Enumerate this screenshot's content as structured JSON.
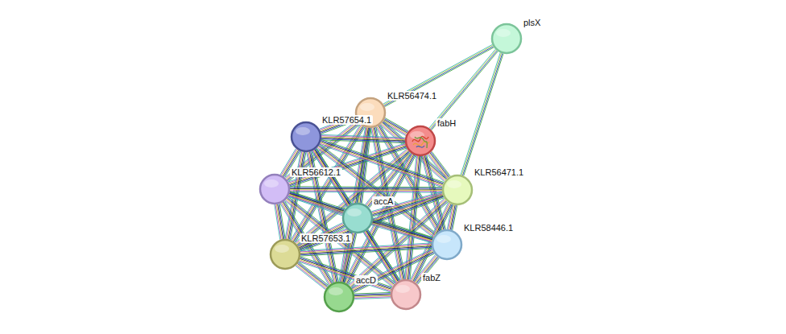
{
  "diagram": {
    "nodes": [
      {
        "text": [
          "plsX"
        ]
      },
      {
        "text": [
          "KLR56474.1"
        ]
      },
      {
        "text": [
          "fabH"
        ]
      },
      {
        "text": [
          "KLR57654.1"
        ]
      },
      {
        "text": [
          "KLR56612.1"
        ]
      },
      {
        "text": [
          "KLR56471.1"
        ]
      },
      {
        "text": [
          "accA"
        ]
      },
      {
        "text": [
          "KLR58446.1"
        ]
      },
      {
        "text": [
          "KLR57653.1"
        ]
      },
      {
        "text": [
          "accD"
        ]
      },
      {
        "text": [
          "fabZ"
        ]
      }
    ],
    "edges": [
      {
        "from": 0,
        "to": 1,
        "arrow": "none"
      },
      {
        "from": 0,
        "to": 2,
        "arrow": "none"
      },
      {
        "from": 0,
        "to": 5,
        "arrow": "none"
      },
      {
        "from": 1,
        "to": 2,
        "arrow": "none"
      },
      {
        "from": 1,
        "to": 3,
        "arrow": "none"
      },
      {
        "from": 1,
        "to": 4,
        "arrow": "none"
      },
      {
        "from": 1,
        "to": 5,
        "arrow": "none"
      },
      {
        "from": 1,
        "to": 6,
        "arrow": "none"
      },
      {
        "from": 1,
        "to": 7,
        "arrow": "none"
      },
      {
        "from": 1,
        "to": 8,
        "arrow": "none"
      },
      {
        "from": 1,
        "to": 9,
        "arrow": "none"
      },
      {
        "from": 1,
        "to": 10,
        "arrow": "none"
      },
      {
        "from": 2,
        "to": 3,
        "arrow": "none"
      },
      {
        "from": 2,
        "to": 4,
        "arrow": "none"
      },
      {
        "from": 2,
        "to": 5,
        "arrow": "none"
      },
      {
        "from": 2,
        "to": 6,
        "arrow": "none"
      },
      {
        "from": 2,
        "to": 7,
        "arrow": "none"
      },
      {
        "from": 2,
        "to": 8,
        "arrow": "none"
      },
      {
        "from": 2,
        "to": 9,
        "arrow": "none"
      },
      {
        "from": 2,
        "to": 10,
        "arrow": "none"
      },
      {
        "from": 3,
        "to": 4,
        "arrow": "none"
      },
      {
        "from": 3,
        "to": 5,
        "arrow": "none"
      },
      {
        "from": 3,
        "to": 6,
        "arrow": "none"
      },
      {
        "from": 3,
        "to": 7,
        "arrow": "none"
      },
      {
        "from": 3,
        "to": 8,
        "arrow": "none"
      },
      {
        "from": 3,
        "to": 9,
        "arrow": "none"
      },
      {
        "from": 3,
        "to": 10,
        "arrow": "none"
      },
      {
        "from": 4,
        "to": 5,
        "arrow": "none"
      },
      {
        "from": 4,
        "to": 6,
        "arrow": "none"
      },
      {
        "from": 4,
        "to": 7,
        "arrow": "none"
      },
      {
        "from": 4,
        "to": 8,
        "arrow": "none"
      },
      {
        "from": 4,
        "to": 9,
        "arrow": "none"
      },
      {
        "from": 4,
        "to": 10,
        "arrow": "none"
      },
      {
        "from": 5,
        "to": 6,
        "arrow": "none"
      },
      {
        "from": 5,
        "to": 7,
        "arrow": "none"
      },
      {
        "from": 5,
        "to": 8,
        "arrow": "none"
      },
      {
        "from": 5,
        "to": 9,
        "arrow": "none"
      },
      {
        "from": 5,
        "to": 10,
        "arrow": "none"
      },
      {
        "from": 6,
        "to": 7,
        "arrow": "none"
      },
      {
        "from": 6,
        "to": 8,
        "arrow": "none"
      },
      {
        "from": 6,
        "to": 9,
        "arrow": "none"
      },
      {
        "from": 6,
        "to": 10,
        "arrow": "none"
      },
      {
        "from": 7,
        "to": 8,
        "arrow": "none"
      },
      {
        "from": 7,
        "to": 9,
        "arrow": "none"
      },
      {
        "from": 7,
        "to": 10,
        "arrow": "none"
      },
      {
        "from": 8,
        "to": 9,
        "arrow": "none"
      },
      {
        "from": 8,
        "to": 10,
        "arrow": "none"
      },
      {
        "from": 9,
        "to": 10,
        "arrow": "none"
      }
    ]
  }
}
